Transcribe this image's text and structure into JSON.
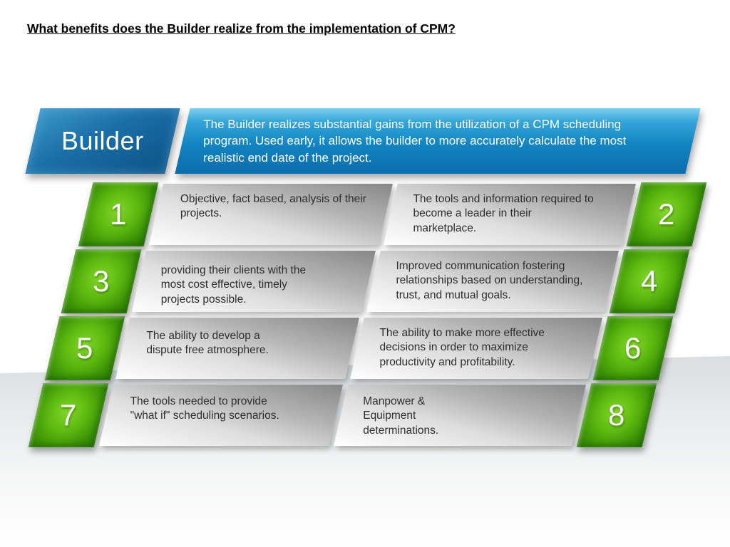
{
  "slide": {
    "title": "What benefits does the Builder realize from the implementation of CPM?"
  },
  "header": {
    "label": "Builder",
    "description": "The Builder realizes substantial gains from the utilization of a CPM scheduling program.  Used early, it allows the builder to more accurately calculate the most realistic end date of the project."
  },
  "benefits": [
    {
      "number": "1",
      "text": "Objective, fact based, analysis of their projects."
    },
    {
      "number": "2",
      "text": "The tools and information required to become a leader in their marketplace."
    },
    {
      "number": "3",
      "text": "providing their clients with the most cost effective, timely projects possible."
    },
    {
      "number": "4",
      "text": "Improved communication fostering relationships based on understanding, trust, and mutual goals."
    },
    {
      "number": "5",
      "text": "The ability to develop a dispute free atmosphere."
    },
    {
      "number": "6",
      "text": "The ability to make more effective decisions in order to maximize productivity and profitability."
    },
    {
      "number": "7",
      "text": "The tools needed to provide \"what if\" scheduling scenarios."
    },
    {
      "number": "8",
      "text": "Manpower & Equipment determinations."
    }
  ],
  "colors": {
    "accent_green": "#54b411",
    "accent_blue": "#1186c4",
    "box_gray": "#b5b5b5"
  }
}
